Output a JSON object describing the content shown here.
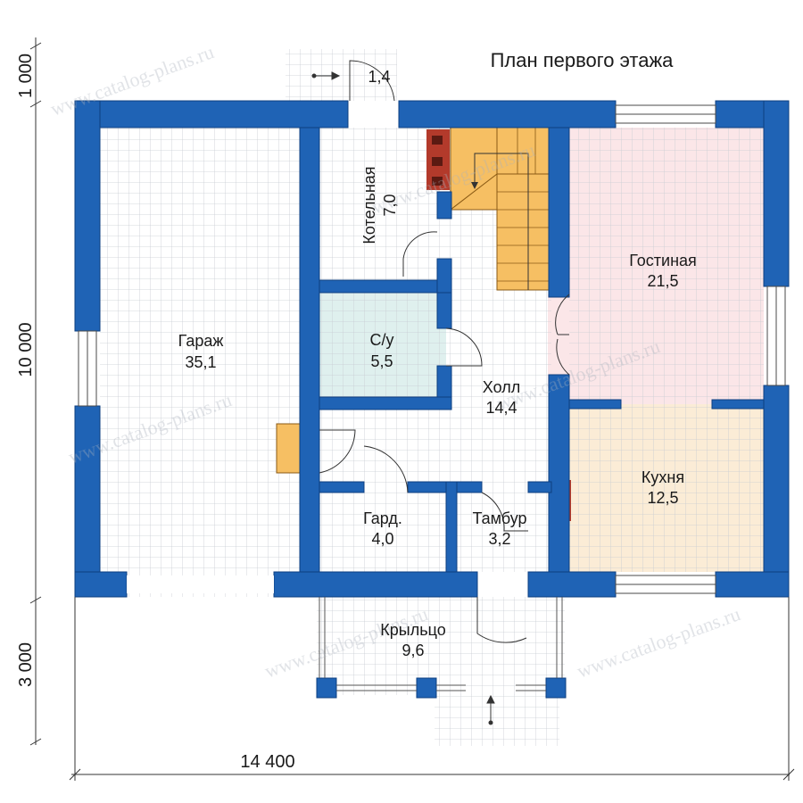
{
  "title": "План первого этажа",
  "dimensions": {
    "total_width": "14 400",
    "total_height": "10 000",
    "porch_depth": "3 000",
    "top_offset": "1 000"
  },
  "rooms": [
    {
      "key": "garage",
      "name": "Гараж",
      "area": "35,1",
      "fill": "#ffffff"
    },
    {
      "key": "boiler",
      "name": "Котельная",
      "area": "7,0",
      "fill": "#ffffff"
    },
    {
      "key": "wc",
      "name": "С/у",
      "area": "5,5",
      "fill": "#dff0ee"
    },
    {
      "key": "hall",
      "name": "Холл",
      "area": "14,4",
      "fill": "#ffffff"
    },
    {
      "key": "living",
      "name": "Гостиная",
      "area": "21,5",
      "fill": "#fbe6e8"
    },
    {
      "key": "kitchen",
      "name": "Кухня",
      "area": "12,5",
      "fill": "#fbecd6"
    },
    {
      "key": "wardrobe",
      "name": "Гард.",
      "area": "4,0",
      "fill": "#ffffff"
    },
    {
      "key": "vestibule",
      "name": "Тамбур",
      "area": "3,2",
      "fill": "#ffffff"
    },
    {
      "key": "porch",
      "name": "Крыльцо",
      "area": "9,6",
      "fill": "#ffffff"
    },
    {
      "key": "entry",
      "name": "",
      "area": "1,4",
      "fill": "#ffffff"
    }
  ],
  "watermark": "www.catalog-plans.ru",
  "colors": {
    "wall": "#1f63b5",
    "wall_edge": "#0d3f80",
    "grid": "#c8ccd2",
    "stair": "#f6bf63",
    "stove": "#b33a2b",
    "window": "#ffffff"
  }
}
